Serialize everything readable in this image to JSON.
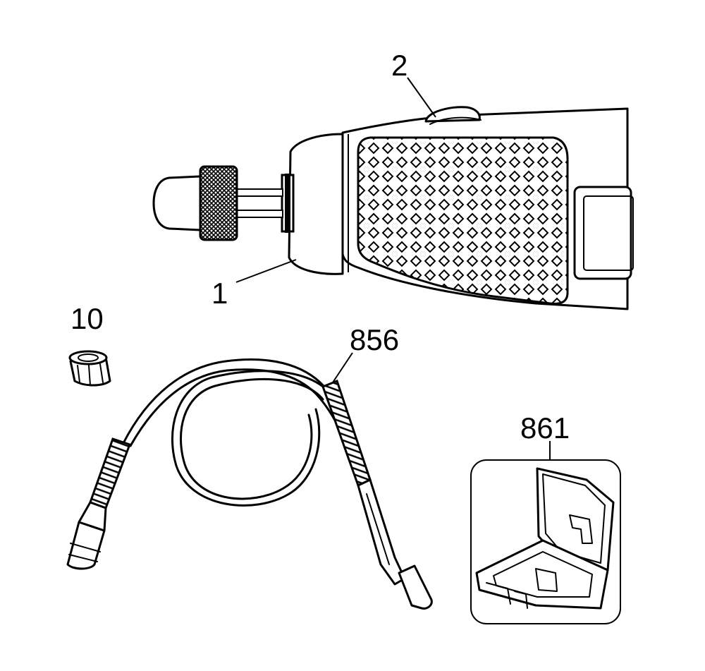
{
  "diagram": {
    "parts": [
      {
        "id": "1",
        "label": "1",
        "component": "collet-nut-housing"
      },
      {
        "id": "2",
        "label": "2",
        "component": "on-off-switch"
      },
      {
        "id": "10",
        "label": "10",
        "component": "collet-nut"
      },
      {
        "id": "856",
        "label": "856",
        "component": "flexible-shaft"
      },
      {
        "id": "861",
        "label": "861",
        "component": "storage-case"
      }
    ]
  }
}
